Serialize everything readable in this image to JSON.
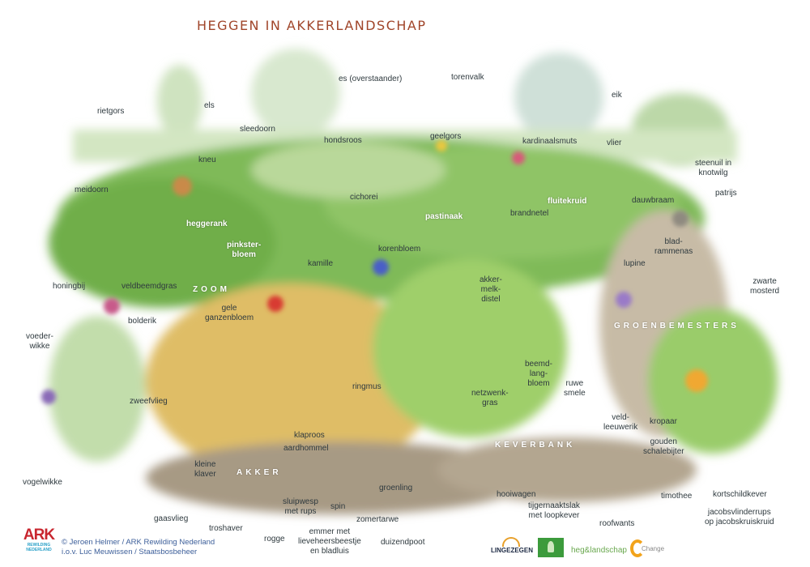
{
  "title": "HEGGEN IN AKKERLANDSCHAP",
  "labels": [
    {
      "id": "rietgors",
      "lines": [
        "rietgors"
      ],
      "tone": "dark"
    },
    {
      "id": "els",
      "lines": [
        "els"
      ],
      "tone": "dark"
    },
    {
      "id": "es",
      "lines": [
        "es (overstaander)"
      ],
      "tone": "dark"
    },
    {
      "id": "torenvalk",
      "lines": [
        "torenvalk"
      ],
      "tone": "dark"
    },
    {
      "id": "eik",
      "lines": [
        "eik"
      ],
      "tone": "dark"
    },
    {
      "id": "sleedoorn",
      "lines": [
        "sleedoorn"
      ],
      "tone": "dark"
    },
    {
      "id": "hondsroos",
      "lines": [
        "hondsroos"
      ],
      "tone": "dark"
    },
    {
      "id": "geelgors",
      "lines": [
        "geelgors"
      ],
      "tone": "dark"
    },
    {
      "id": "kardinaalsmuts",
      "lines": [
        "kardinaalsmuts"
      ],
      "tone": "dark"
    },
    {
      "id": "vlier",
      "lines": [
        "vlier"
      ],
      "tone": "dark"
    },
    {
      "id": "kneu",
      "lines": [
        "kneu"
      ],
      "tone": "dark"
    },
    {
      "id": "steenuil",
      "lines": [
        "steenuil in",
        "knotwilg"
      ],
      "tone": "dark"
    },
    {
      "id": "meidoorn",
      "lines": [
        "meidoorn"
      ],
      "tone": "dark"
    },
    {
      "id": "cichorei",
      "lines": [
        "cichorei"
      ],
      "tone": "dark"
    },
    {
      "id": "fluitekruid",
      "lines": [
        "fluitekruid"
      ],
      "tone": "white"
    },
    {
      "id": "dauwbraam",
      "lines": [
        "dauwbraam"
      ],
      "tone": "dark"
    },
    {
      "id": "patrijs",
      "lines": [
        "patrijs"
      ],
      "tone": "dark"
    },
    {
      "id": "heggerank",
      "lines": [
        "heggerank"
      ],
      "tone": "white"
    },
    {
      "id": "pastinaak",
      "lines": [
        "pastinaak"
      ],
      "tone": "white"
    },
    {
      "id": "brandnetel",
      "lines": [
        "brandnetel"
      ],
      "tone": "dark"
    },
    {
      "id": "pinksterbloem",
      "lines": [
        "pinkster-",
        "bloem"
      ],
      "tone": "white"
    },
    {
      "id": "kamille",
      "lines": [
        "kamille"
      ],
      "tone": "dark"
    },
    {
      "id": "korenbloem",
      "lines": [
        "korenbloem"
      ],
      "tone": "dark"
    },
    {
      "id": "bladrammenas",
      "lines": [
        "blad-",
        "rammenas"
      ],
      "tone": "dark"
    },
    {
      "id": "lupine",
      "lines": [
        "lupine"
      ],
      "tone": "dark"
    },
    {
      "id": "honingbij",
      "lines": [
        "honingbij"
      ],
      "tone": "dark"
    },
    {
      "id": "veldbeemdgras",
      "lines": [
        "veldbeemdgras"
      ],
      "tone": "dark"
    },
    {
      "id": "zoom",
      "lines": [
        "ZOOM"
      ],
      "tone": "zone"
    },
    {
      "id": "bolderik",
      "lines": [
        "bolderik"
      ],
      "tone": "dark"
    },
    {
      "id": "ganzenbloem",
      "lines": [
        "gele",
        "ganzenbloem"
      ],
      "tone": "dark"
    },
    {
      "id": "akkermelkdistel",
      "lines": [
        "akker-",
        "melk-",
        "distel"
      ],
      "tone": "dark"
    },
    {
      "id": "zwartemosterd",
      "lines": [
        "zwarte",
        "mosterd"
      ],
      "tone": "dark"
    },
    {
      "id": "groenbemesters",
      "lines": [
        "GROENBEMESTERS"
      ],
      "tone": "zone"
    },
    {
      "id": "voederwikke",
      "lines": [
        "voeder-",
        "wikke"
      ],
      "tone": "dark"
    },
    {
      "id": "ringmus",
      "lines": [
        "ringmus"
      ],
      "tone": "dark"
    },
    {
      "id": "beemdlangbloem",
      "lines": [
        "beemd-",
        "lang-",
        "bloem"
      ],
      "tone": "dark"
    },
    {
      "id": "ruwesmele",
      "lines": [
        "ruwe",
        "smele"
      ],
      "tone": "dark"
    },
    {
      "id": "netzwenkgras",
      "lines": [
        "netzwenk-",
        "gras"
      ],
      "tone": "dark"
    },
    {
      "id": "zweefvlieg",
      "lines": [
        "zweefvlieg"
      ],
      "tone": "dark"
    },
    {
      "id": "veldleeuwerik",
      "lines": [
        "veld-",
        "leeuwerik"
      ],
      "tone": "dark"
    },
    {
      "id": "kropaar",
      "lines": [
        "kropaar"
      ],
      "tone": "dark"
    },
    {
      "id": "klaproos",
      "lines": [
        "klaproos"
      ],
      "tone": "dark"
    },
    {
      "id": "aardhommel",
      "lines": [
        "aardhommel"
      ],
      "tone": "dark"
    },
    {
      "id": "keverbank",
      "lines": [
        "KEVERBANK"
      ],
      "tone": "zone"
    },
    {
      "id": "goudenschalebijter",
      "lines": [
        "gouden",
        "schalebijter"
      ],
      "tone": "dark"
    },
    {
      "id": "kleineklaver",
      "lines": [
        "kleine",
        "klaver"
      ],
      "tone": "dark"
    },
    {
      "id": "akker",
      "lines": [
        "AKKER"
      ],
      "tone": "zone"
    },
    {
      "id": "vogelwikke",
      "lines": [
        "vogelwikke"
      ],
      "tone": "dark"
    },
    {
      "id": "groenling",
      "lines": [
        "groenling"
      ],
      "tone": "dark"
    },
    {
      "id": "hooiwagen",
      "lines": [
        "hooiwagen"
      ],
      "tone": "dark"
    },
    {
      "id": "timothee",
      "lines": [
        "timothee"
      ],
      "tone": "dark"
    },
    {
      "id": "kortschildkever",
      "lines": [
        "kortschildkever"
      ],
      "tone": "dark"
    },
    {
      "id": "sluipwesp",
      "lines": [
        "sluipwesp",
        "met rups"
      ],
      "tone": "dark"
    },
    {
      "id": "tijgernaaktslak",
      "lines": [
        "tijgernaaktslak",
        "met loopkever"
      ],
      "tone": "dark"
    },
    {
      "id": "spin",
      "lines": [
        "spin"
      ],
      "tone": "dark"
    },
    {
      "id": "zomertarwe",
      "lines": [
        "zomertarwe"
      ],
      "tone": "dark"
    },
    {
      "id": "roofwants",
      "lines": [
        "roofwants"
      ],
      "tone": "dark"
    },
    {
      "id": "jacobsvlinderrups",
      "lines": [
        "jacobsvlinderrups",
        "op jacobskruiskruid"
      ],
      "tone": "dark"
    },
    {
      "id": "gaasvlieg",
      "lines": [
        "gaasvlieg"
      ],
      "tone": "dark"
    },
    {
      "id": "troshaver",
      "lines": [
        "troshaver"
      ],
      "tone": "dark"
    },
    {
      "id": "emmer",
      "lines": [
        "emmer met",
        "lieveheersbeestje",
        "en bladluis"
      ],
      "tone": "dark"
    },
    {
      "id": "rogge",
      "lines": [
        "rogge"
      ],
      "tone": "dark"
    },
    {
      "id": "duizendpoot",
      "lines": [
        "duizendpoot"
      ],
      "tone": "dark"
    }
  ],
  "credits": {
    "line1": "© Jeroen Helmer / ARK Rewilding Nederland",
    "line2": "i.o.v.  Luc Meuwissen / Staatsbosbeheer"
  },
  "logos": {
    "ark": {
      "main": "ARK",
      "sub1": "REWILDING",
      "sub2": "NEDERLAND"
    },
    "lingezegen": {
      "text": "LINGEZEGEN"
    },
    "heg": {
      "text": "heg&landschap"
    },
    "change": {
      "text": "Change"
    }
  },
  "colors": {
    "title": "#a0452a",
    "hedge": "#6fae4a",
    "field": "#d9b45a",
    "soil": "#9c8e78",
    "credits": "#3d5f9a"
  }
}
